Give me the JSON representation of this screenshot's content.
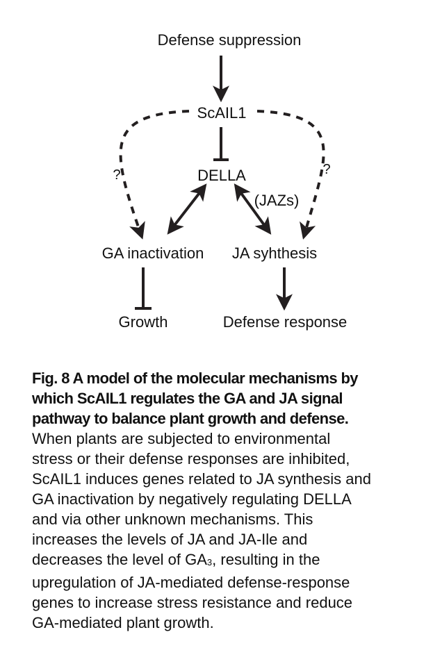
{
  "diagram": {
    "nodes": {
      "defense_suppression": "Defense suppression",
      "scail1": "ScAIL1",
      "della": "DELLA",
      "jazs": "(JAZs)",
      "ga_inactivation": "GA inactivation",
      "ja_synthesis": "JA syhthesis",
      "growth": "Growth",
      "defense_response": "Defense response",
      "question_left": "?",
      "question_right": "?"
    },
    "edges": [
      {
        "from": "Defense suppression",
        "to": "ScAIL1",
        "type": "activation"
      },
      {
        "from": "ScAIL1",
        "to": "DELLA",
        "type": "inhibition"
      },
      {
        "from": "ScAIL1",
        "to": "GA inactivation",
        "type": "uncertain-activation",
        "label": "?"
      },
      {
        "from": "ScAIL1",
        "to": "JA syhthesis",
        "type": "uncertain-activation",
        "label": "?"
      },
      {
        "from": "DELLA",
        "to": "GA inactivation",
        "type": "bidirectional"
      },
      {
        "from": "DELLA",
        "to": "JA syhthesis",
        "type": "bidirectional",
        "label": "(JAZs)"
      },
      {
        "from": "GA inactivation",
        "to": "Growth",
        "type": "inhibition"
      },
      {
        "from": "JA syhthesis",
        "to": "Defense response",
        "type": "activation"
      }
    ],
    "colors": {
      "ink": "#231f20",
      "background": "#ffffff"
    }
  },
  "caption": {
    "title_lines": [
      "Fig. 8 A model of the molecular mechanisms by",
      "which ScAIL1 regulates the GA and JA signal",
      "pathway to balance plant growth and defense."
    ],
    "body_lines": [
      "When plants are subjected to environmental",
      "stress or their defense responses are inhibited,",
      "ScAIL1 induces genes related to JA synthesis and",
      "GA inactivation by negatively regulating DELLA",
      "and via other unknown mechanisms. This",
      "increases the levels of JA and JA-Ile and"
    ],
    "ga3_line": {
      "before": "decreases the level of GA",
      "subscript": "3",
      "after": ", resulting in the"
    },
    "body_lines_end": [
      "upregulation of JA-mediated defense-response",
      "genes to increase stress resistance and reduce",
      "GA-mediated plant growth."
    ]
  }
}
